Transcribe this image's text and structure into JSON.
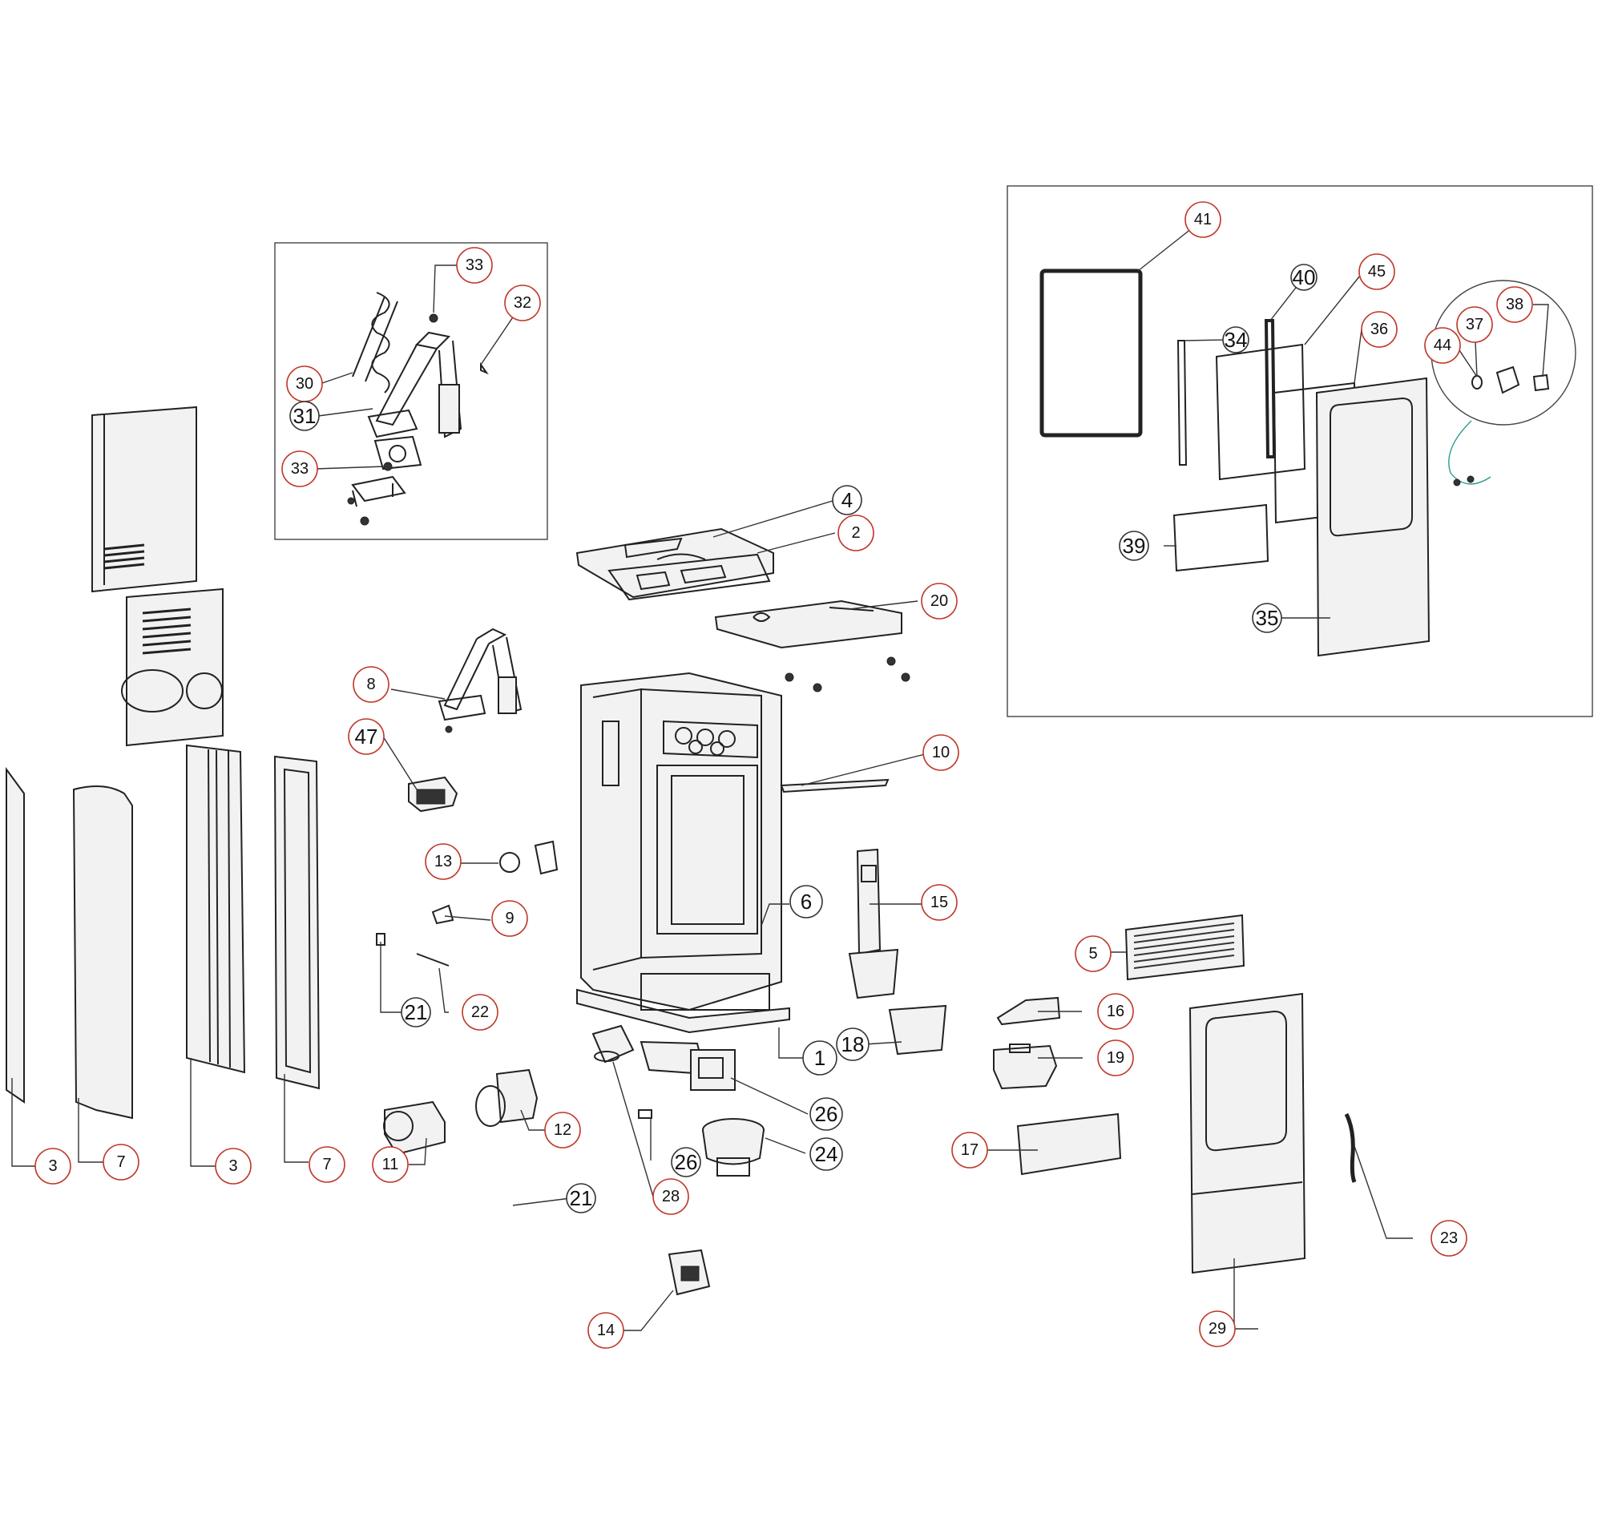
{
  "callouts": [
    {
      "id": "c1",
      "label": "1"
    },
    {
      "id": "c2",
      "label": "2"
    },
    {
      "id": "c3a",
      "label": "3"
    },
    {
      "id": "c3b",
      "label": "3"
    },
    {
      "id": "c4",
      "label": "4"
    },
    {
      "id": "c5",
      "label": "5"
    },
    {
      "id": "c6",
      "label": "6"
    },
    {
      "id": "c7a",
      "label": "7"
    },
    {
      "id": "c7b",
      "label": "7"
    },
    {
      "id": "c8",
      "label": "8"
    },
    {
      "id": "c9",
      "label": "9"
    },
    {
      "id": "c10",
      "label": "10"
    },
    {
      "id": "c11",
      "label": "11"
    },
    {
      "id": "c12",
      "label": "12"
    },
    {
      "id": "c13",
      "label": "13"
    },
    {
      "id": "c14",
      "label": "14"
    },
    {
      "id": "c15",
      "label": "15"
    },
    {
      "id": "c16",
      "label": "16"
    },
    {
      "id": "c17",
      "label": "17"
    },
    {
      "id": "c18",
      "label": "18"
    },
    {
      "id": "c19",
      "label": "19"
    },
    {
      "id": "c20",
      "label": "20"
    },
    {
      "id": "c21a",
      "label": "21"
    },
    {
      "id": "c21b",
      "label": "21"
    },
    {
      "id": "c22",
      "label": "22"
    },
    {
      "id": "c23",
      "label": "23"
    },
    {
      "id": "c24",
      "label": "24"
    },
    {
      "id": "c26a",
      "label": "26"
    },
    {
      "id": "c26b",
      "label": "26"
    },
    {
      "id": "c28",
      "label": "28"
    },
    {
      "id": "c29",
      "label": "29"
    },
    {
      "id": "c30",
      "label": "30"
    },
    {
      "id": "c31",
      "label": "31"
    },
    {
      "id": "c32",
      "label": "32"
    },
    {
      "id": "c33a",
      "label": "33"
    },
    {
      "id": "c33b",
      "label": "33"
    },
    {
      "id": "c34",
      "label": "34"
    },
    {
      "id": "c35",
      "label": "35"
    },
    {
      "id": "c36",
      "label": "36"
    },
    {
      "id": "c37",
      "label": "37"
    },
    {
      "id": "c38",
      "label": "38"
    },
    {
      "id": "c39",
      "label": "39"
    },
    {
      "id": "c40",
      "label": "40"
    },
    {
      "id": "c41",
      "label": "41"
    },
    {
      "id": "c44",
      "label": "44"
    },
    {
      "id": "c45",
      "label": "45"
    },
    {
      "id": "c47",
      "label": "47"
    }
  ]
}
